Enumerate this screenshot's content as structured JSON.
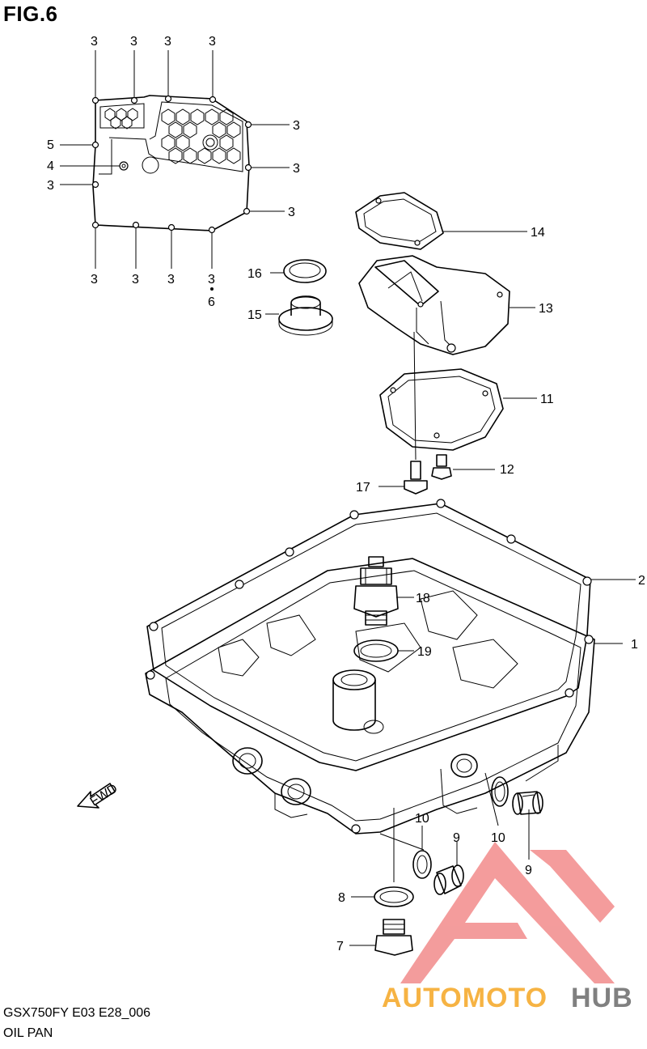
{
  "figure": {
    "title": "FIG.6",
    "model_code": "GSX750FY E03 E28_006",
    "section_name": "OIL PAN"
  },
  "callouts": {
    "c3a": "3",
    "c3b": "3",
    "c3c": "3",
    "c3d": "3",
    "c3e": "3",
    "c3f": "3",
    "c3g": "3",
    "c3h": "3",
    "c3i": "3",
    "c3j": "3",
    "c3k": "3",
    "c3l": "3",
    "c6": "6",
    "c5": "5",
    "c4": "4",
    "c16": "16",
    "c15": "15",
    "c14": "14",
    "c13": "13",
    "c11": "11",
    "c12": "12",
    "c17": "17",
    "c2": "2",
    "c1": "1",
    "c18": "18",
    "c19": "19",
    "c10a": "10",
    "c9a": "9",
    "c10b": "10",
    "c9b": "9",
    "c8": "8",
    "c7": "7"
  },
  "direction_marker": "FWD",
  "watermark": {
    "text_a": "AUTOMOTO",
    "text_b": "HUB",
    "color_a": "#f5a623",
    "color_b": "#6b6b6b",
    "mark_color": "#f28b8b"
  }
}
